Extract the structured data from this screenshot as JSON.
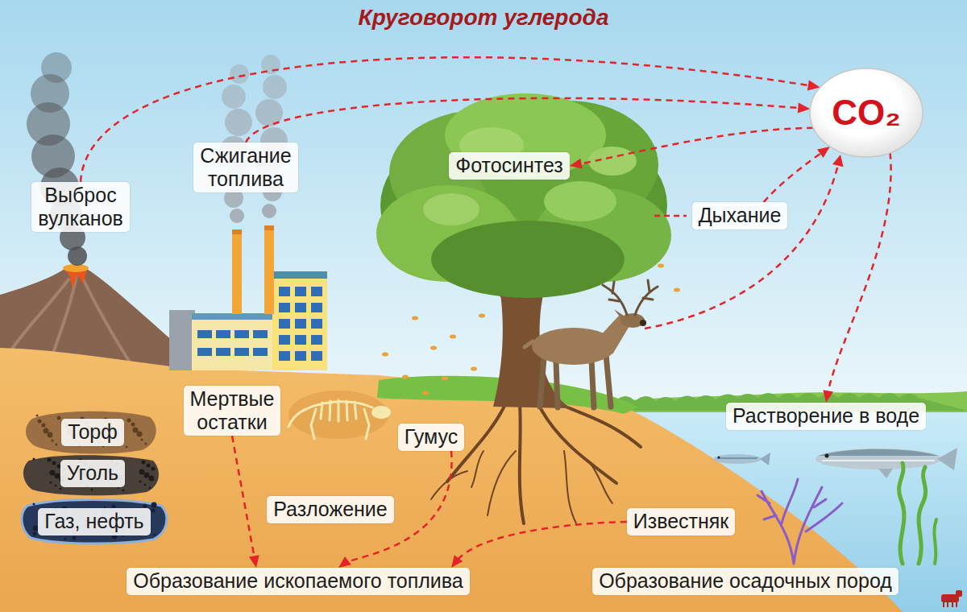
{
  "diagram": {
    "title": "Круговорот углерода",
    "nodes": [
      {
        "text": [
          "Сжигание топлива"
        ]
      },
      {
        "text": [
          "Фотосинтез"
        ]
      },
      {
        "text": [
          "CO₂"
        ]
      },
      {
        "text": [
          "Выброс вулканов"
        ]
      },
      {
        "text": [
          "Дыхание"
        ]
      },
      {
        "text": [
          "Мертвые остатки"
        ]
      },
      {
        "text": [
          "Растворение в воде"
        ]
      },
      {
        "text": [
          "Торф"
        ]
      },
      {
        "text": [
          "Гумус"
        ]
      },
      {
        "text": [
          "Уголь"
        ]
      },
      {
        "text": [
          "Разложение"
        ]
      },
      {
        "text": [
          "Известняк"
        ]
      },
      {
        "text": [
          "Газ, нефть"
        ]
      },
      {
        "text": [
          "Образование ископаемого топлива"
        ]
      },
      {
        "text": [
          "Образование осадочных пород"
        ]
      }
    ],
    "edges": [
      {
        "from": 3,
        "to": 2,
        "arrow": "to"
      },
      {
        "from": 0,
        "to": 2,
        "arrow": "to"
      },
      {
        "from": 2,
        "to": 1,
        "arrow": "to"
      },
      {
        "from": 4,
        "to": 2,
        "arrow": "to"
      },
      {
        "from": 2,
        "to": 6,
        "arrow": "to"
      },
      {
        "from": 5,
        "to": 13,
        "arrow": "to"
      },
      {
        "from": 8,
        "to": 13,
        "arrow": "to"
      },
      {
        "from": 11,
        "to": 13,
        "arrow": "to"
      }
    ]
  }
}
